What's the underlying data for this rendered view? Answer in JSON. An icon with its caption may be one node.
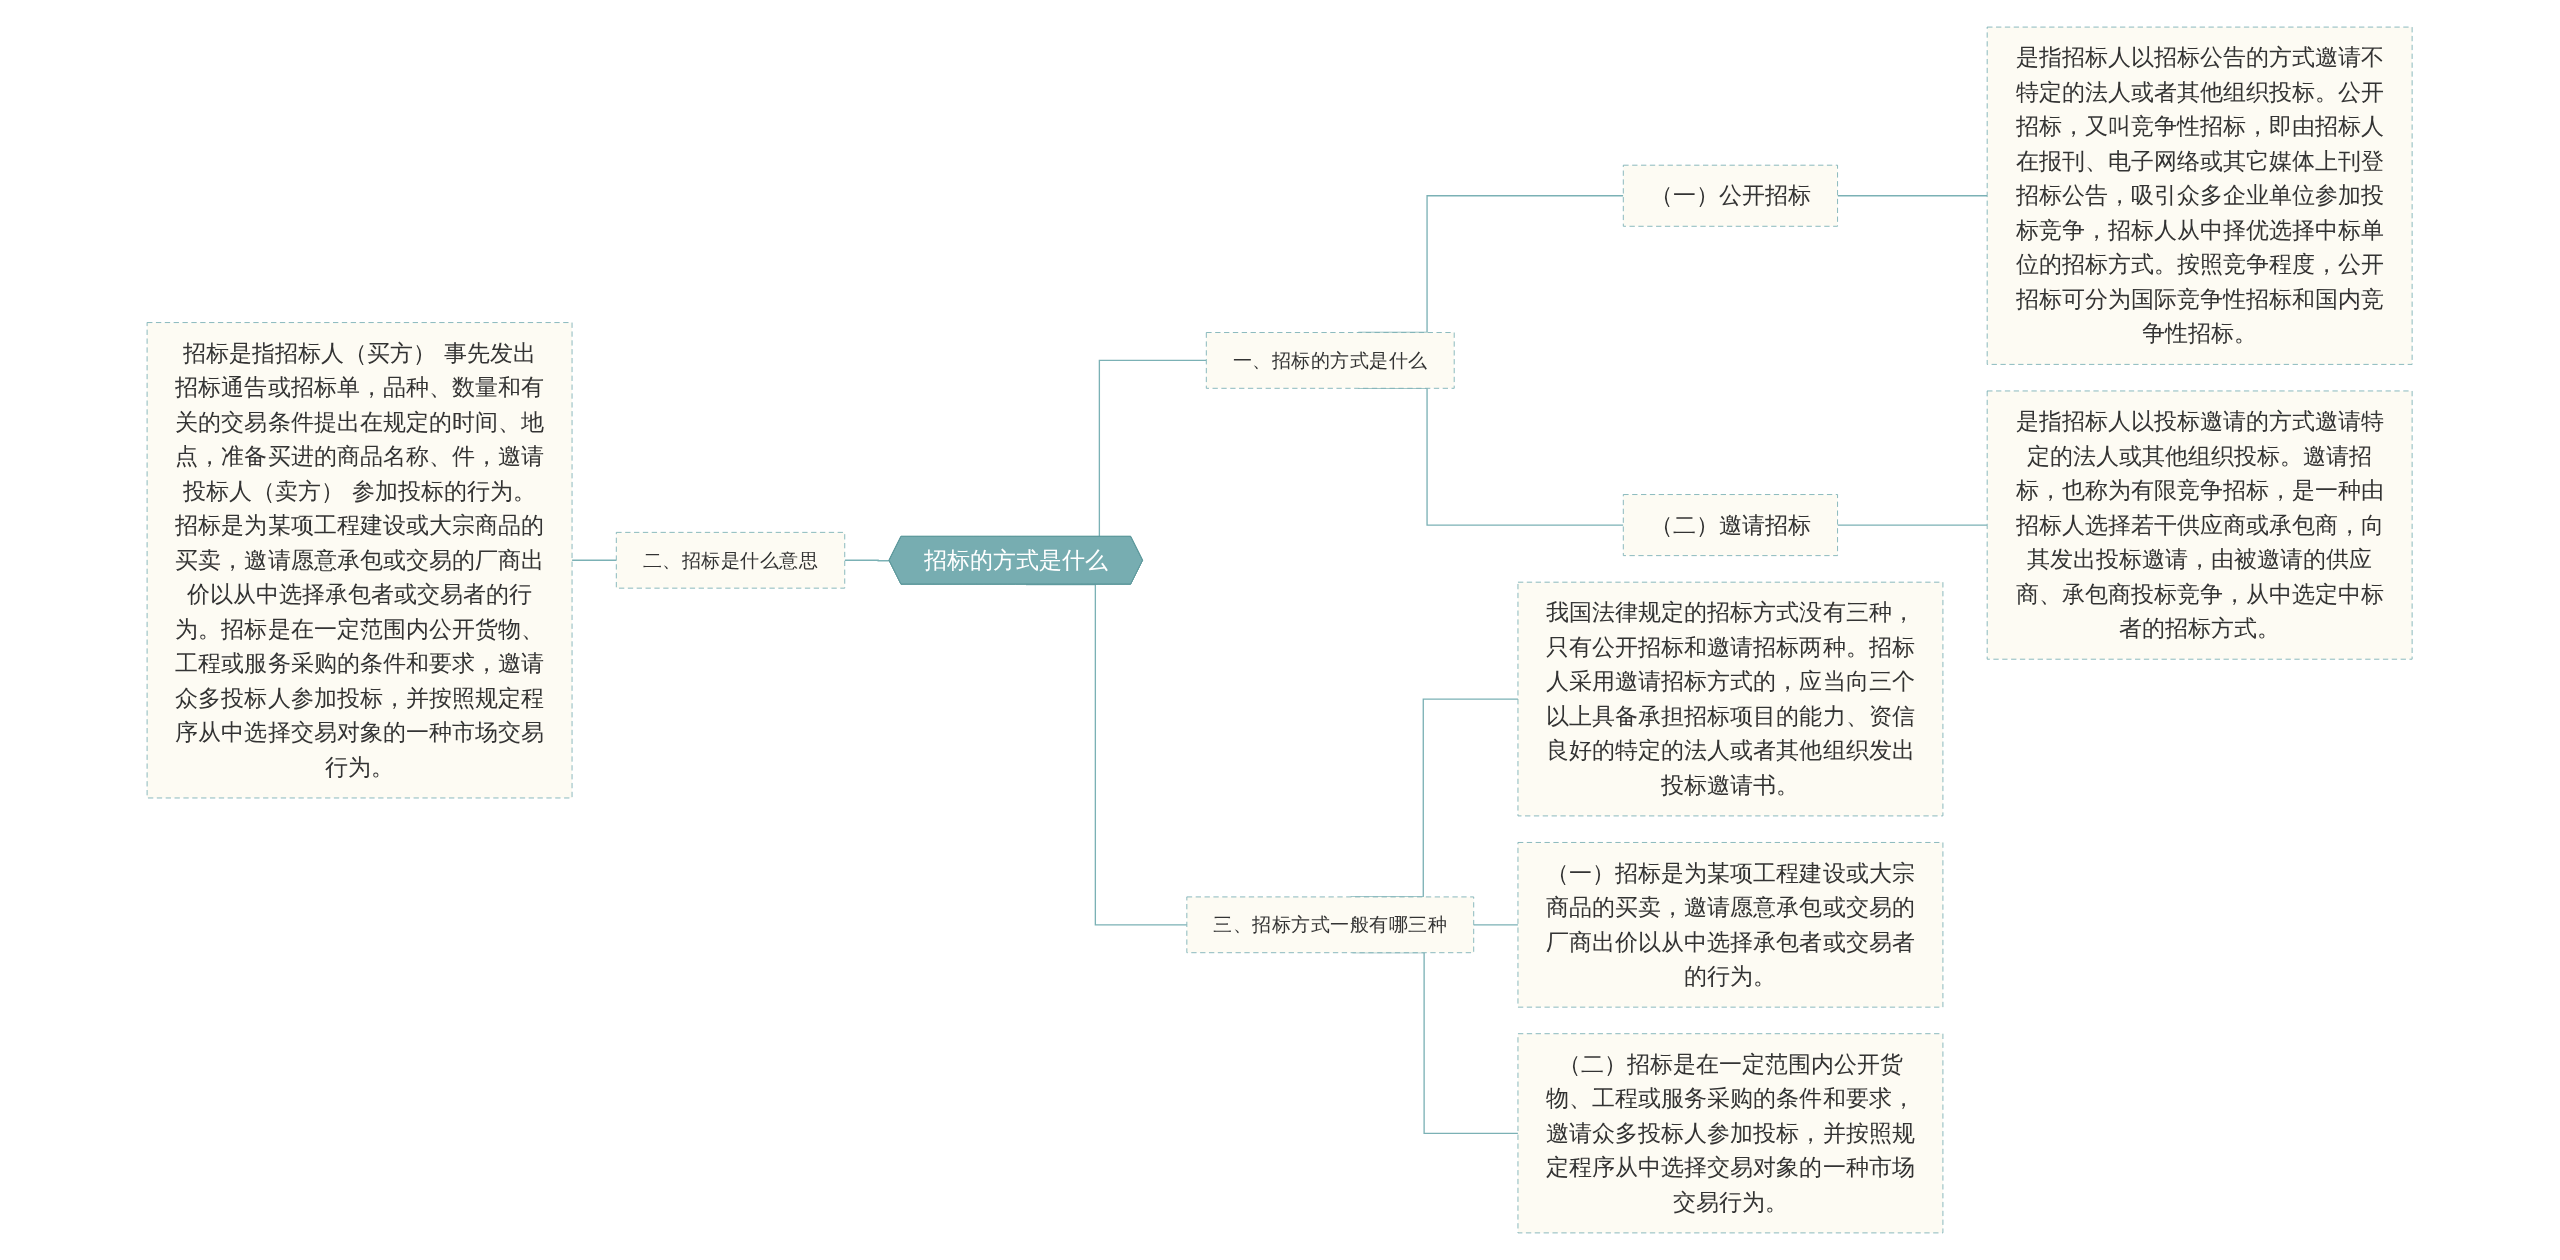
{
  "diagram": {
    "nodes": [
      {
        "text": [
          "招标的方式是什么"
        ]
      },
      {
        "text": [
          "一、招标的方式是什么"
        ]
      },
      {
        "text": [
          "（一）公开招标"
        ]
      },
      {
        "text": [
          "是指招标人以招标公告的方式邀请不特定的法人或者其他组织投标。公开招标，又叫竞争性招标，即由招标人在报刊、电子网络或其它媒体上刊登招标公告，吸引众多企业单位参加投标竞争，招标人从中择优选择中标单位的招标方式。按照竞争程度，公开招标可分为国际竞争性招标和国内竞争性招标。"
        ]
      },
      {
        "text": [
          "（二）邀请招标"
        ]
      },
      {
        "text": [
          "是指招标人以投标邀请的方式邀请特定的法人或其他组织投标。邀请招标，也称为有限竞争招标，是一种由招标人选择若干供应商或承包商，向其发出投标邀请，由被邀请的供应商、承包商投标竞争，从中选定中标者的招标方式。"
        ]
      },
      {
        "text": [
          "二、招标是什么意思"
        ]
      },
      {
        "text": [
          "招标是指招标人（买方） 事先发出招标通告或招标单，品种、数量和有关的交易条件提出在规定的时间、地点，准备买进的商品名称、件，邀请投标人（卖方） 参加投标的行为。招标是为某项工程建设或大宗商品的买卖，邀请愿意承包或交易的厂商出价以从中选择承包者或交易者的行为。招标是在一定范围内公开货物、工程或服务采购的条件和要求，邀请众多投标人参加投标，并按照规定程序从中选择交易对象的一种市场交易行为。"
        ]
      },
      {
        "text": [
          "三、招标方式一般有哪三种"
        ]
      },
      {
        "text": [
          "我国法律规定的招标方式没有三种，只有公开招标和邀请招标两种。招标人采用邀请招标方式的，应当向三个以上具备承担招标项目的能力、资信良好的特定的法人或者其他组织发出投标邀请书。"
        ]
      },
      {
        "text": [
          "（一）招标是为某项工程建设或大宗商品的买卖，邀请愿意承包或交易的厂商出价以从中选择承包者或交易者的行为。"
        ]
      },
      {
        "text": [
          "（二）招标是在一定范围内公开货物、工程或服务采购的条件和要求，邀请众多投标人参加投标，并按照规定程序从中选择交易对象的一种市场交易行为。"
        ]
      }
    ],
    "edges": [
      {
        "from": 0,
        "to": 1,
        "arrow": "none"
      },
      {
        "from": 1,
        "to": 2,
        "arrow": "none"
      },
      {
        "from": 2,
        "to": 3,
        "arrow": "none"
      },
      {
        "from": 1,
        "to": 4,
        "arrow": "none"
      },
      {
        "from": 4,
        "to": 5,
        "arrow": "none"
      },
      {
        "from": 7,
        "to": 6,
        "arrow": "none"
      },
      {
        "from": 6,
        "to": 0,
        "arrow": "none"
      },
      {
        "from": 0,
        "to": 8,
        "arrow": "none"
      },
      {
        "from": 8,
        "to": 9,
        "arrow": "none"
      },
      {
        "from": 8,
        "to": 10,
        "arrow": "none"
      },
      {
        "from": 8,
        "to": 11,
        "arrow": "none"
      }
    ]
  }
}
